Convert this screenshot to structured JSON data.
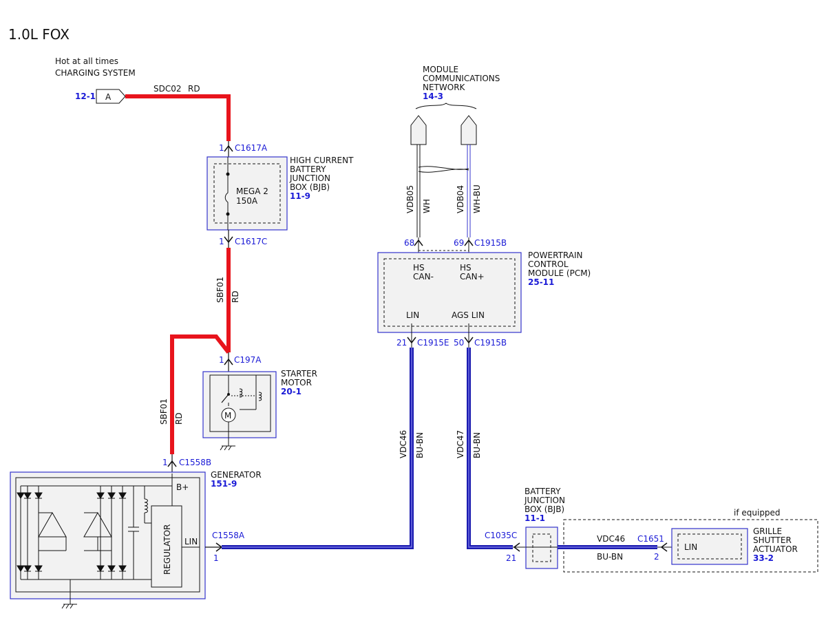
{
  "title": "1.0L FOX",
  "source": {
    "line1": "Hot at all times",
    "line2": "CHARGING SYSTEM",
    "page_ref": "12-1",
    "connector_letter": "A"
  },
  "wires": {
    "sdc02": {
      "name": "SDC02",
      "color": "RD"
    },
    "sbf01_upper": {
      "name": "SBF01",
      "color": "RD"
    },
    "sbf01_lower": {
      "name": "SBF01",
      "color": "RD"
    },
    "vdb05": {
      "name": "VDB05",
      "color": "WH"
    },
    "vdb04": {
      "name": "VDB04",
      "color": "WH-BU"
    },
    "vdc46": {
      "name": "VDC46",
      "color": "BU-BN"
    },
    "vdc47": {
      "name": "VDC47",
      "color": "BU-BN"
    },
    "vdc46_grille": {
      "name": "VDC46",
      "color": "BU-BN"
    }
  },
  "network": {
    "line1": "MODULE",
    "line2": "COMMUNICATIONS",
    "line3": "NETWORK",
    "page_ref": "14-3"
  },
  "hcbjb": {
    "line1": "HIGH CURRENT",
    "line2": "BATTERY",
    "line3": "JUNCTION",
    "line4": "BOX (BJB)",
    "page_ref": "11-9",
    "fuse_name": "MEGA 2",
    "fuse_rating": "150A",
    "conn_top_pin": "1",
    "conn_top": "C1617A",
    "conn_bot_pin": "1",
    "conn_bot": "C1617C"
  },
  "starter": {
    "line1": "STARTER",
    "line2": "MOTOR",
    "page_ref": "20-1",
    "conn_pin": "1",
    "conn": "C197A"
  },
  "generator": {
    "name": "GENERATOR",
    "page_ref": "151-9",
    "b_plus": "B+",
    "regulator": "REGULATOR",
    "lin": "LIN",
    "conn_top_pin": "1",
    "conn_top": "C1558B",
    "conn_lin": "C1558A",
    "conn_lin_pin": "1"
  },
  "pcm": {
    "line1": "POWERTRAIN",
    "line2": "CONTROL",
    "line3": "MODULE (PCM)",
    "page_ref": "25-11",
    "hs_minus_1": "HS",
    "hs_minus_2": "CAN-",
    "hs_plus_1": "HS",
    "hs_plus_2": "CAN+",
    "lin": "LIN",
    "ags_lin": "AGS LIN",
    "pin_68": "68",
    "pin_69": "69",
    "conn_top": "C1915B",
    "pin_21": "21",
    "conn_bot_left": "C1915E",
    "pin_50": "50",
    "conn_bot_right": "C1915B"
  },
  "bjb": {
    "line1": "BATTERY",
    "line2": "JUNCTION",
    "line3": "BOX (BJB)",
    "page_ref": "11-1",
    "conn": "C1035C",
    "pin": "21"
  },
  "grille": {
    "if_equipped": "if equipped",
    "line1": "GRILLE",
    "line2": "SHUTTER",
    "line3": "ACTUATOR",
    "page_ref": "33-2",
    "lin": "LIN",
    "conn": "C1651",
    "pin": "2"
  },
  "colors": {
    "red_wire": "#e8141c",
    "blue_wire": "#1b1bb0",
    "component_border": "#3333cc",
    "component_fill": "#f2f2f2",
    "ref_text": "#1a1ad6"
  }
}
